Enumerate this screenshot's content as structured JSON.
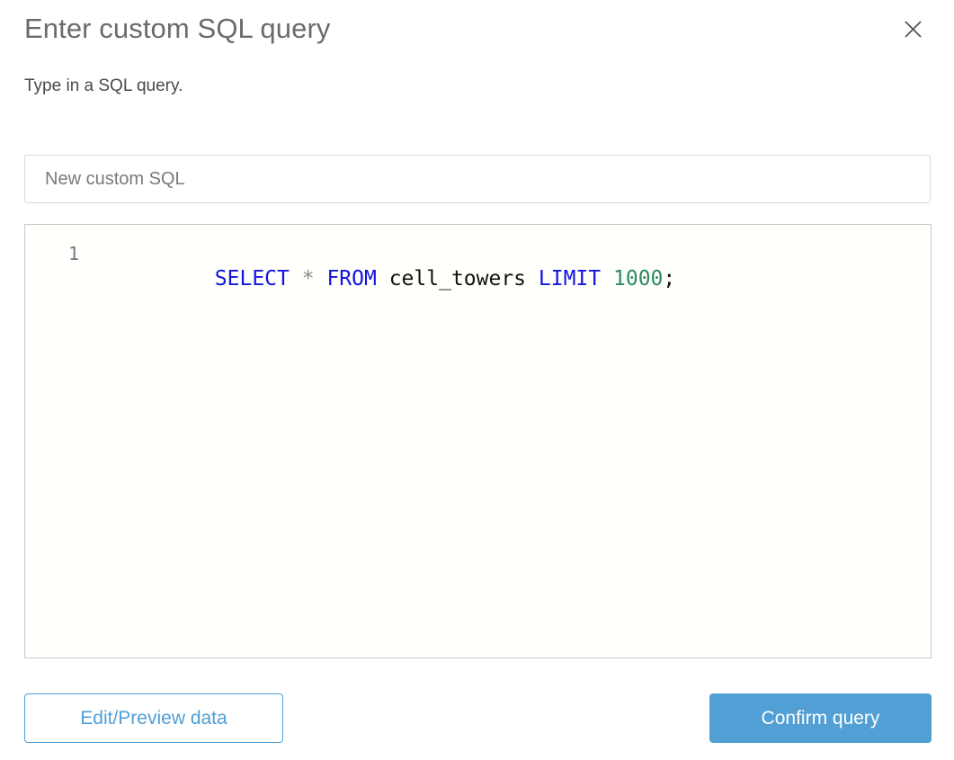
{
  "dialog": {
    "title": "Enter custom SQL query",
    "subtitle": "Type in a SQL query.",
    "close_icon": "close-icon"
  },
  "name_field": {
    "value": "",
    "placeholder": "New custom SQL"
  },
  "editor": {
    "line_numbers": [
      "1"
    ],
    "query": "SELECT * FROM cell_towers LIMIT 1000;",
    "tokens": [
      {
        "text": "SELECT",
        "type": "keyword"
      },
      {
        "text": " ",
        "type": "plain"
      },
      {
        "text": "*",
        "type": "operator"
      },
      {
        "text": " ",
        "type": "plain"
      },
      {
        "text": "FROM",
        "type": "keyword"
      },
      {
        "text": " ",
        "type": "plain"
      },
      {
        "text": "cell_towers",
        "type": "identifier"
      },
      {
        "text": " ",
        "type": "plain"
      },
      {
        "text": "LIMIT",
        "type": "keyword"
      },
      {
        "text": " ",
        "type": "plain"
      },
      {
        "text": "1000",
        "type": "number"
      },
      {
        "text": ";",
        "type": "punct"
      }
    ]
  },
  "footer": {
    "secondary_label": "Edit/Preview data",
    "primary_label": "Confirm query"
  },
  "colors": {
    "accent": "#519fd4",
    "keyword": "#1414e0",
    "number": "#2f8a60",
    "operator": "#8a8a8a",
    "title_text": "#6b6b6b",
    "body_text": "#4a4a4a",
    "border": "#d8d8d8"
  }
}
